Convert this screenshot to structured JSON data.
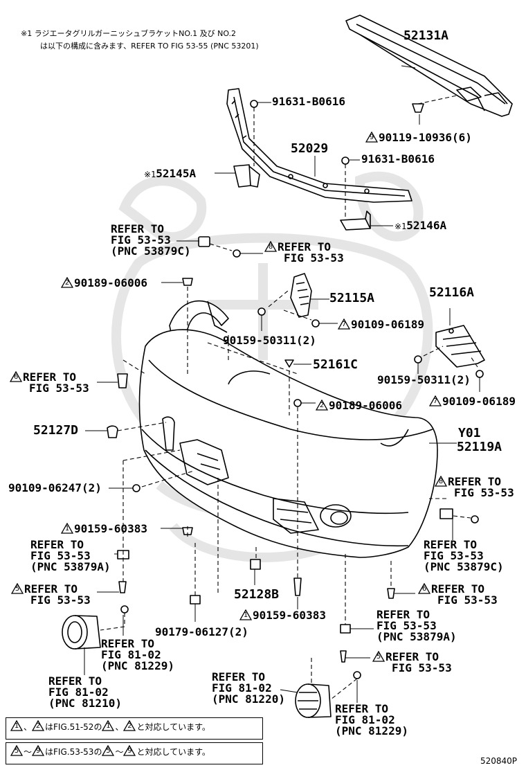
{
  "note": {
    "line1": "※1 ラジエータグリルガーニッシュブラケットNO.1 及び NO.2",
    "line2": "は以下の構成に含みます、REFER TO FIG 53-55 (PNC 53201)"
  },
  "parts": {
    "p52131A": "52131A",
    "p90119": "90119-10936(6)",
    "p90119_mark": "9",
    "p91631a": "91631-B0616",
    "p52029": "52029",
    "p91631b": "91631-B0616",
    "p52145A_mark": "※1",
    "p52145A": "52145A",
    "p52146A_mark": "※1",
    "p52146A": "52146A",
    "ref_53879C_top": [
      "REFER TO",
      "FIG 53-53",
      "(PNC 53879C)"
    ],
    "ref8_top": [
      "REFER TO",
      "FIG 53-53"
    ],
    "ref8_top_mark": "8",
    "p90189a_mark": "2",
    "p90189a": "90189-06006",
    "p52115A": "52115A",
    "p52116A": "52116A",
    "p90109a_mark": "7",
    "p90109a": "90109-06189",
    "p90159_50311a": "90159-50311(2)",
    "p52161C": "52161C",
    "ref6_left": [
      "REFER TO",
      "FIG 53-53"
    ],
    "ref6_left_mark": "6",
    "p90159_50311b": "90159-50311(2)",
    "p90109b_mark": "7",
    "p90109b": "90109-06189",
    "p90189b_mark": "2",
    "p90189b": "90189-06006",
    "p52127D": "52127D",
    "pY01": "Y01",
    "p52119A": "52119A",
    "p90109_06247": "90109-06247(2)",
    "ref8_right": [
      "REFER TO",
      "FIG 53-53"
    ],
    "ref8_right_mark": "8",
    "p90159_60383a_mark": "1",
    "p90159_60383a": "90159-60383",
    "ref_53879A_left": [
      "REFER TO",
      "FIG 53-53",
      "(PNC 53879A)"
    ],
    "ref_53879C_right": [
      "REFER TO",
      "FIG 53-53",
      "(PNC 53879C)"
    ],
    "ref5_left": [
      "REFER TO",
      "FIG 53-53"
    ],
    "ref5_left_mark": "5",
    "p52128B": "52128B",
    "ref6_right": [
      "REFER TO",
      "FIG 53-53"
    ],
    "ref6_right_mark": "6",
    "p90159_60383b_mark": "1",
    "p90159_60383b": "90159-60383",
    "ref_81229_left": [
      "REFER TO",
      "FIG 81-02",
      "(PNC 81229)"
    ],
    "p90179": "90179-06127(2)",
    "ref_53879A_right": [
      "REFER TO",
      "FIG 53-53",
      "(PNC 53879A)"
    ],
    "ref_81210": [
      "REFER TO",
      "FIG 81-02",
      "(PNC 81210)"
    ],
    "ref5_right": [
      "REFER TO",
      "FIG 53-53"
    ],
    "ref5_right_mark": "5",
    "ref_81220": [
      "REFER TO",
      "FIG 81-02",
      "(PNC 81220)"
    ],
    "ref_81229_right": [
      "REFER TO",
      "FIG 81-02",
      "(PNC 81229)"
    ]
  },
  "legend": {
    "row1": {
      "m1": "1",
      "sep1": "、",
      "m2": "2",
      "t1": "はFIG.51-52の",
      "m3": "1",
      "sep2": "、",
      "m4": "2",
      "t2": "と対応しています。"
    },
    "row2": {
      "m1": "5",
      "sep1": "～",
      "m2": "9",
      "t1": "はFIG.53-53の",
      "m3": "5",
      "sep2": "～",
      "m4": "9",
      "t2": "と対応しています。"
    }
  },
  "diagram_code": "520840P"
}
